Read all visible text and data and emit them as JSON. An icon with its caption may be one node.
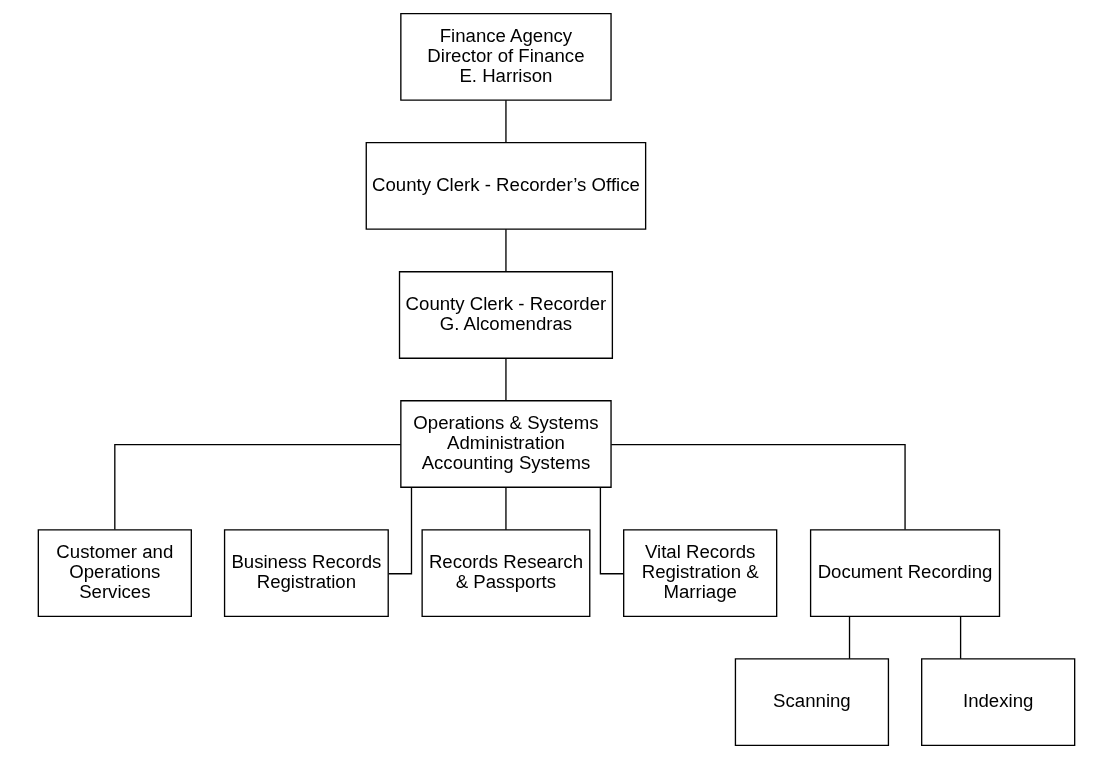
{
  "diagram": {
    "nodes": [
      {
        "text": [
          "Finance Agency",
          "Director of Finance",
          "E. Harrison"
        ]
      },
      {
        "text": [
          "County Clerk - Recorder’s Office"
        ]
      },
      {
        "text": [
          "County Clerk - Recorder",
          "G. Alcomendras"
        ]
      },
      {
        "text": [
          "Operations & Systems",
          "Administration",
          "Accounting Systems"
        ]
      },
      {
        "text": [
          "Customer and Operations Services"
        ]
      },
      {
        "text": [
          "Business Records Registration"
        ]
      },
      {
        "text": [
          "Records Research & Passports"
        ]
      },
      {
        "text": [
          "Vital Records Registration & Marriage"
        ]
      },
      {
        "text": [
          "Document Recording"
        ]
      },
      {
        "text": [
          "Scanning"
        ]
      },
      {
        "text": [
          "Indexing"
        ]
      }
    ],
    "edges": [
      {
        "from": 0,
        "to": 1,
        "arrow": "none"
      },
      {
        "from": 1,
        "to": 2,
        "arrow": "none"
      },
      {
        "from": 2,
        "to": 3,
        "arrow": "none"
      },
      {
        "from": 3,
        "to": 4,
        "arrow": "none"
      },
      {
        "from": 3,
        "to": 5,
        "arrow": "none"
      },
      {
        "from": 3,
        "to": 6,
        "arrow": "none"
      },
      {
        "from": 3,
        "to": 7,
        "arrow": "none"
      },
      {
        "from": 3,
        "to": 8,
        "arrow": "none"
      },
      {
        "from": 8,
        "to": 9,
        "arrow": "none"
      },
      {
        "from": 8,
        "to": 10,
        "arrow": "none"
      }
    ]
  }
}
